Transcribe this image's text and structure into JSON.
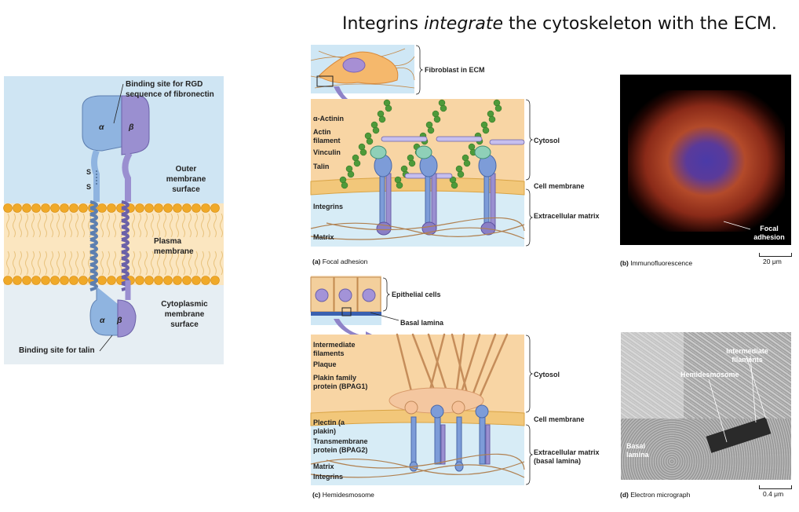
{
  "title": {
    "prefix": "Integrins ",
    "emph": "integrate",
    "suffix": " the cytoskeleton with the ECM."
  },
  "left_panel": {
    "rgd_label": "Binding site for RGD sequence of fibronectin",
    "outer_label": "Outer membrane surface",
    "plasma_label": "Plasma membrane",
    "cyto_label": "Cytoplasmic membrane surface",
    "talin_label": "Binding site for talin",
    "alpha": "α",
    "beta": "β",
    "s1": "S",
    "s2": "S"
  },
  "panel_a": {
    "inset_label": "Fibroblast in ECM",
    "labels": [
      "α-Actinin",
      "Actin filament",
      "Vinculin",
      "Talin",
      "Integrins",
      "Matrix"
    ],
    "cytosol": "Cytosol",
    "cell_membrane": "Cell membrane",
    "ecm": "Extracellular matrix",
    "caption_letter": "(a)",
    "caption": "Focal adhesion"
  },
  "panel_b": {
    "focal_label": "Focal adhesion",
    "scale": "20 μm",
    "caption_letter": "(b)",
    "caption": "Immunofluorescence"
  },
  "panel_c": {
    "epithelial": "Epithelial cells",
    "basal": "Basal lamina",
    "labels": [
      "Intermediate filaments",
      "Plaque",
      "Plakin family protein (BPAG1)",
      "Plectin (a plakin)",
      "Transmembrane protein (BPAG2)",
      "Matrix",
      "Integrins"
    ],
    "cytosol": "Cytosol",
    "cell_membrane": "Cell membrane",
    "ecm": "Extracellular matrix (basal lamina)",
    "caption_letter": "(c)",
    "caption": "Hemidesmosome"
  },
  "panel_d": {
    "intermediate": "Intermediate filaments",
    "hemidesmosome": "Hemidesmosome",
    "basal": "Basal lamina",
    "scale": "0.4 μm",
    "caption_letter": "(d)",
    "caption": "Electron micrograph"
  },
  "colors": {
    "alpha_blue": "#8fb4e0",
    "beta_purple": "#9a8fd0",
    "membrane_head": "#f0a928",
    "cytosol": "#f9d7a8",
    "ecm_bg": "#d6ecf6",
    "actin_green": "#4e9a3a"
  }
}
